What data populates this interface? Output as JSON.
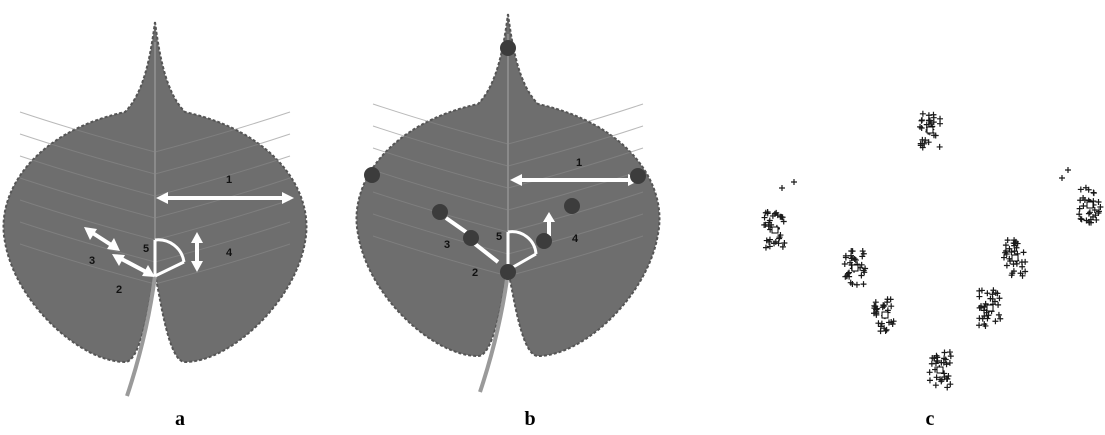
{
  "figure": {
    "panels": [
      {
        "id": "a",
        "label": "a",
        "measure_numbers": [
          "1",
          "2",
          "3",
          "4",
          "5"
        ]
      },
      {
        "id": "b",
        "label": "b",
        "measure_numbers": [
          "1",
          "2",
          "3",
          "4",
          "5"
        ]
      },
      {
        "id": "c",
        "label": "c"
      }
    ]
  },
  "colors": {
    "leaf": "#6e6e6e",
    "leaf_dark": "#555555",
    "vein": "#8a8a8a",
    "arrow": "#ffffff",
    "landmark": "#3c3c3c",
    "cross": "#1a1a1a"
  }
}
